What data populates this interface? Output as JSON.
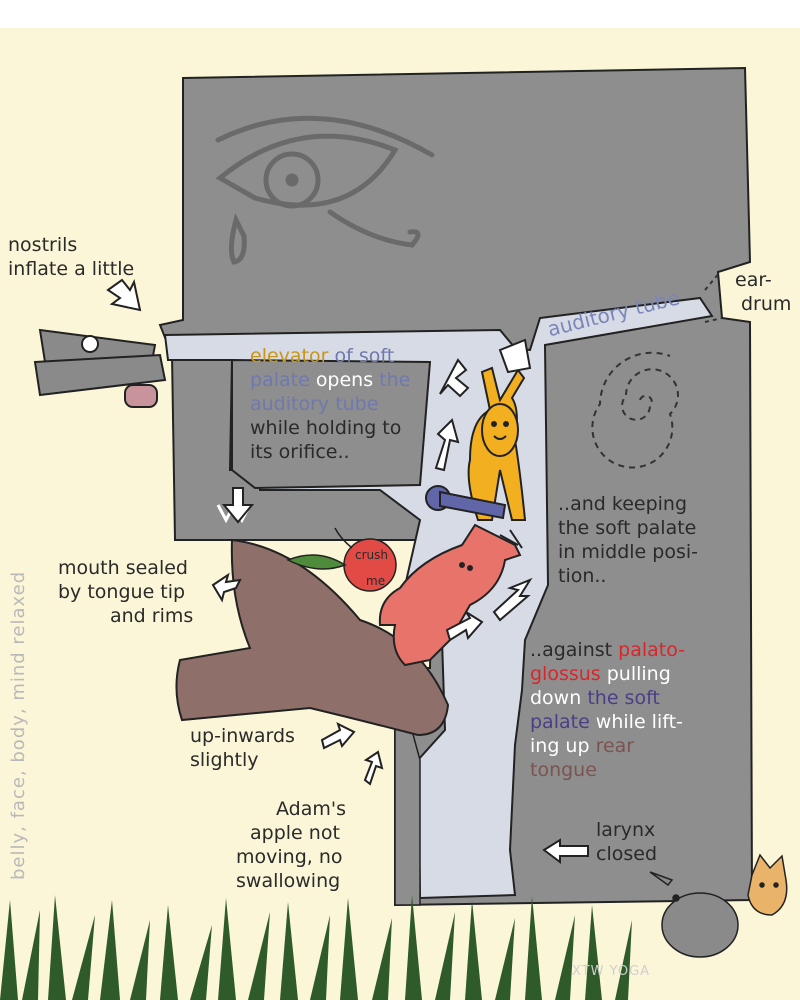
{
  "labels": {
    "nostrils": [
      "nostrils",
      "inflate a little"
    ],
    "eardrum": [
      "ear-",
      "drum"
    ],
    "auditory_tube": "auditory tube",
    "elevator": {
      "line1_a": "elevator",
      "line1_b": " of soft",
      "line2_a": "palate ",
      "line2_b": "opens",
      "line2_c": " the",
      "line3": "auditory tube",
      "line4": "while holding to",
      "line5": "its orifice.."
    },
    "keeping": [
      "..and keeping",
      "the soft palate",
      "in middle posi-",
      "tion.."
    ],
    "against": {
      "line1_a": "..against ",
      "line1_b": "palato-",
      "line2_a": "glossus",
      "line2_b": " pulling",
      "line3_a": "down",
      "line3_b": " the soft",
      "line4_a": "palate",
      "line4_b": " while lift-",
      "line5_a": "ing up ",
      "line5_b": "rear",
      "line6": "tongue"
    },
    "mouth": [
      "mouth sealed",
      "by tongue tip",
      "and rims"
    ],
    "upinwards": [
      "up-inwards",
      "slightly"
    ],
    "adams": [
      "Adam's",
      "apple not",
      "moving, no",
      "swallowing"
    ],
    "larynx": [
      "larynx",
      "closed"
    ],
    "apple": [
      "crush",
      "me"
    ],
    "side": "belly, face, body, mind relaxed",
    "watermark": "XTW YOGA"
  },
  "colors": {
    "background": "#fbf6d8",
    "head": "#8e8e8e",
    "airway": "#d6dbe6",
    "tongue": "#8e6f6a",
    "elevator_figure": "#f2b020",
    "palatoglossus_figure": "#e8736b",
    "grass": "#2f5a2a"
  }
}
